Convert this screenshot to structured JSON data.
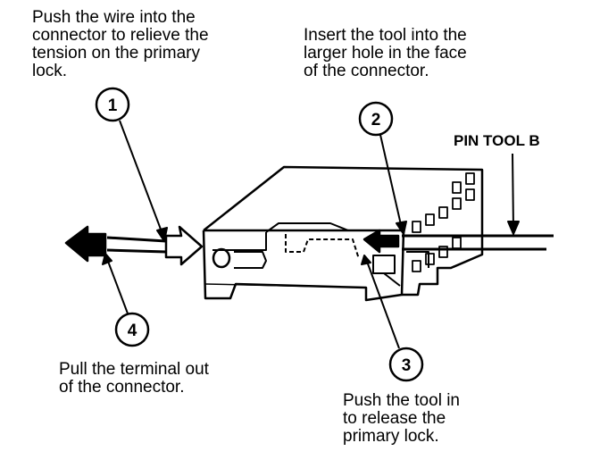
{
  "callouts": [
    {
      "number": "1",
      "text": "Push the wire into the\nconnector to relieve the\ntension on the primary\nlock."
    },
    {
      "number": "2",
      "text": "Insert the tool into the\nlarger hole in the face\nof the connector."
    },
    {
      "number": "3",
      "text": "Push the tool in\nto release the\nprimary lock."
    },
    {
      "number": "4",
      "text": "Pull the terminal out\nof the connector."
    }
  ],
  "tool_label": "PIN TOOL B",
  "colors": {
    "ink": "#000000",
    "background": "#ffffff"
  }
}
